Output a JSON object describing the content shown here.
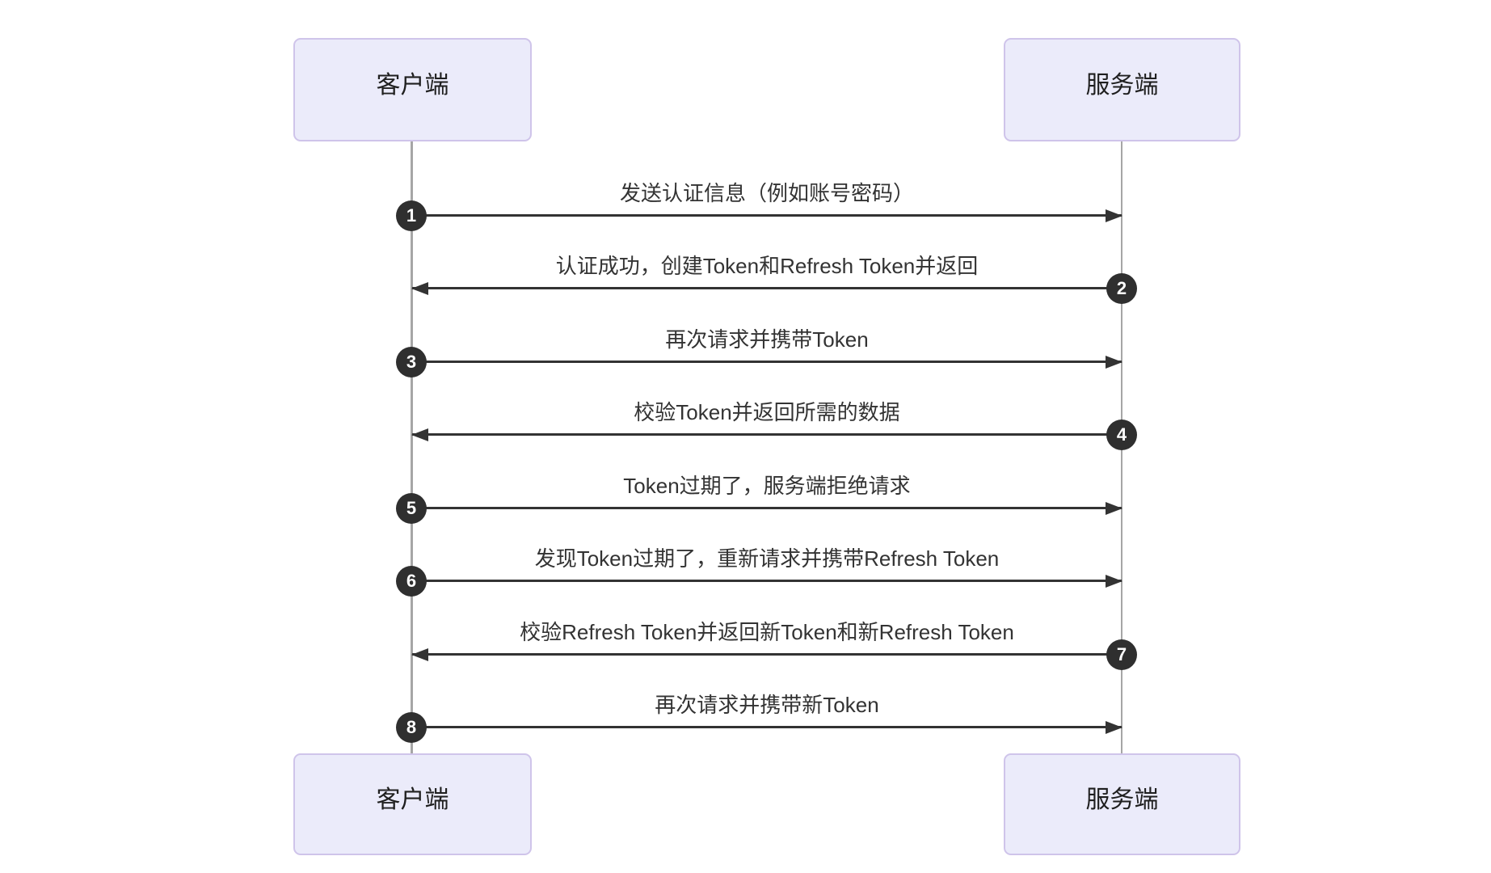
{
  "diagram": {
    "type": "sequence",
    "actors": [
      {
        "id": "client",
        "label": "客户端"
      },
      {
        "id": "server",
        "label": "服务端"
      }
    ],
    "messages": [
      {
        "seq": "1",
        "label": "发送认证信息（例如账号密码）",
        "from": "client",
        "to": "server"
      },
      {
        "seq": "2",
        "label": "认证成功，创建Token和Refresh Token并返回",
        "from": "server",
        "to": "client"
      },
      {
        "seq": "3",
        "label": "再次请求并携带Token",
        "from": "client",
        "to": "server"
      },
      {
        "seq": "4",
        "label": "校验Token并返回所需的数据",
        "from": "server",
        "to": "client"
      },
      {
        "seq": "5",
        "label": "Token过期了，服务端拒绝请求",
        "from": "client",
        "to": "server"
      },
      {
        "seq": "6",
        "label": "发现Token过期了，重新请求并携带Refresh Token",
        "from": "client",
        "to": "server"
      },
      {
        "seq": "7",
        "label": "校验Refresh Token并返回新Token和新Refresh Token",
        "from": "server",
        "to": "client"
      },
      {
        "seq": "8",
        "label": "再次请求并携带新Token",
        "from": "client",
        "to": "server"
      }
    ]
  },
  "theme": {
    "background": "#FFFFFF",
    "actor_fill": "#EBEBFA",
    "actor_border": "#CFC4EA",
    "actor_text": "#1F1F1F",
    "lifeline": "#A6A6A6",
    "line": "#333333",
    "msg_text": "#333333",
    "badge_bg": "#2F2F2F",
    "badge_text": "#FFFFFF"
  }
}
